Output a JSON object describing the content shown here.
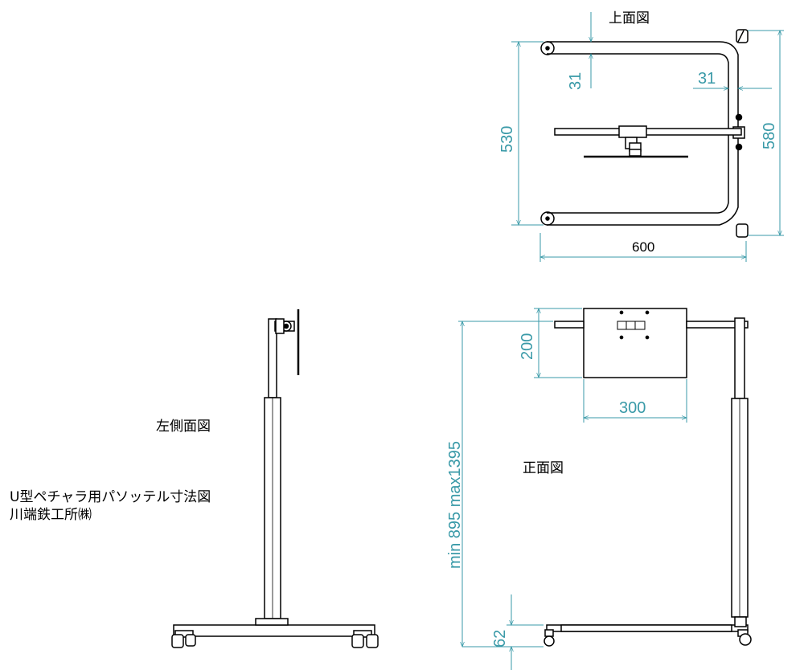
{
  "views": {
    "top": "上面図",
    "left": "左側面図",
    "front": "正面図"
  },
  "title": {
    "line1": "U型ペチャラ用パソッテル寸法図",
    "line2": "川端鉄工所㈱"
  },
  "dimensions": {
    "top_31_left": "31",
    "top_31_right": "31",
    "top_530": "530",
    "top_580": "580",
    "top_600": "600",
    "front_200": "200",
    "front_300": "300",
    "front_height": "min 895 max1395",
    "front_62": "62"
  },
  "colors": {
    "dimension": "#3a9aa8",
    "line": "#000000"
  }
}
